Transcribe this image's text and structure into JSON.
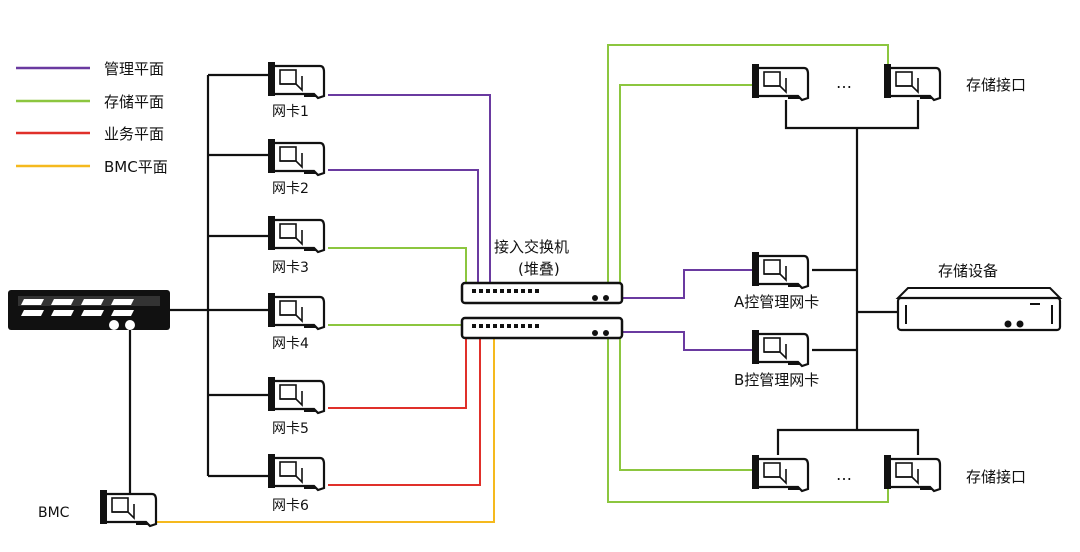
{
  "colors": {
    "management": "#6a3aa0",
    "storage": "#8cc63f",
    "business": "#e0302a",
    "bmc": "#f5b91e",
    "device": "#111111"
  },
  "legend": [
    {
      "label": "管理平面",
      "color_key": "management"
    },
    {
      "label": "存储平面",
      "color_key": "storage"
    },
    {
      "label": "业务平面",
      "color_key": "business"
    },
    {
      "label": "BMC平面",
      "color_key": "bmc"
    }
  ],
  "nics": [
    "网卡1",
    "网卡2",
    "网卡3",
    "网卡4",
    "网卡5",
    "网卡6"
  ],
  "bmc_label": "BMC",
  "switch_label_line1": "接入交换机",
  "switch_label_line2": "(堆叠)",
  "controller_a_label": "A控管理网卡",
  "controller_b_label": "B控管理网卡",
  "storage_device_label": "存储设备",
  "storage_port_top_label": "存储接口",
  "storage_port_bottom_label": "存储接口",
  "ellipsis_top": "…",
  "ellipsis_bottom": "…",
  "icons": [
    "network-card-icon",
    "server-icon",
    "switch-icon",
    "storage-array-icon"
  ]
}
